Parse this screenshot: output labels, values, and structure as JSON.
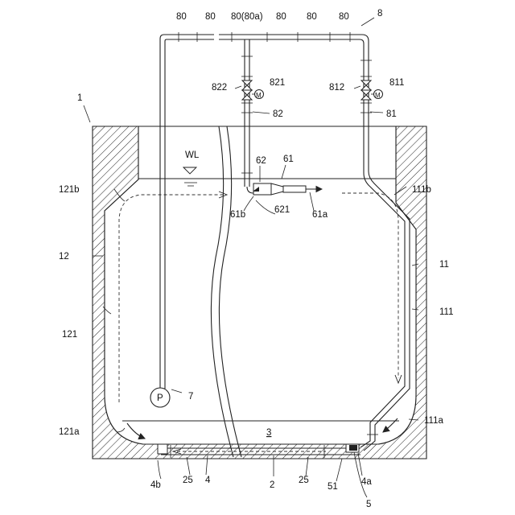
{
  "labels": {
    "l80_1": "80",
    "l80_2": "80",
    "l80a": "80(80a)",
    "l80_3": "80",
    "l80_4": "80",
    "l80_5": "80",
    "l8": "8",
    "l1": "1",
    "l822": "822",
    "l821": "821",
    "l812": "812",
    "l811": "811",
    "l82": "82",
    "l81": "81",
    "lM1": "M",
    "lM2": "M",
    "lWL": "WL",
    "l62": "62",
    "l61": "61",
    "l121b": "121b",
    "l111b": "111b",
    "l61b": "61b",
    "l621": "621",
    "l61a": "61a",
    "l12": "12",
    "l11": "11",
    "l111": "111",
    "l121": "121",
    "lP": "P",
    "l7": "7",
    "l121a": "121a",
    "l111a": "111a",
    "l3": "3",
    "l4b": "4b",
    "l25a": "25",
    "l4": "4",
    "l2": "2",
    "l25b": "25",
    "l51": "51",
    "l4a": "4a",
    "l5": "5"
  }
}
